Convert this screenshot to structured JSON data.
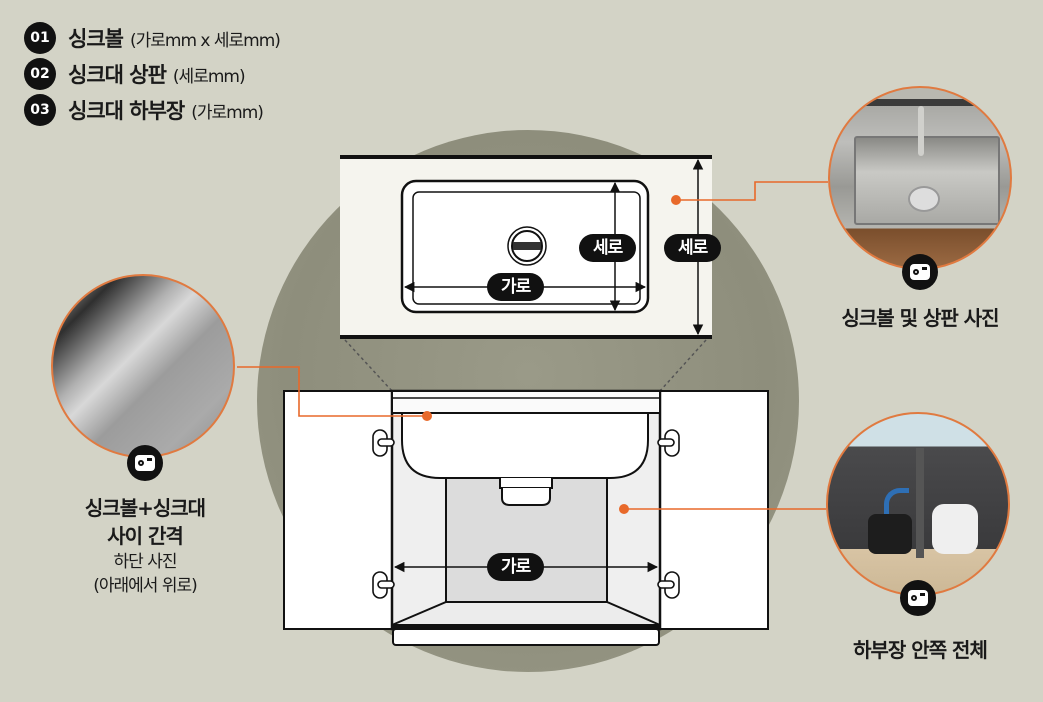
{
  "legend": [
    {
      "num": "01",
      "title": "싱크볼",
      "sub": "(가로mm x 세로mm)"
    },
    {
      "num": "02",
      "title": "싱크대 상판",
      "sub": "(세로mm)"
    },
    {
      "num": "03",
      "title": "싱크대 하부장",
      "sub": "(가로mm)"
    }
  ],
  "diagram": {
    "top_view": {
      "bowl_width_label": "가로",
      "bowl_depth_label": "세로",
      "counter_depth_label": "세로"
    },
    "front_view": {
      "cabinet_width_label": "가로"
    }
  },
  "photos": {
    "sink_top": {
      "icon": "camera-icon",
      "caption": "싱크볼 및 상판 사진"
    },
    "gap": {
      "icon": "camera-icon",
      "caption_line1": "싱크볼+싱크대",
      "caption_line2": "사이 간격",
      "sub_line1": "하단 사진",
      "sub_line2": "(아래에서 위로)"
    },
    "cabinet_inside": {
      "icon": "camera-icon",
      "caption": "하부장 안쪽 전체"
    }
  },
  "colors": {
    "background": "#d3d3c6",
    "accent": "#e8692a",
    "circle": "#929280",
    "badge": "#111111"
  }
}
